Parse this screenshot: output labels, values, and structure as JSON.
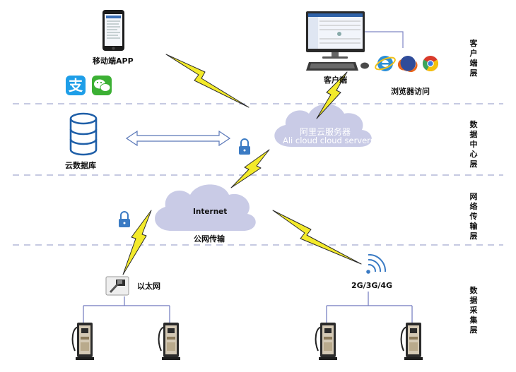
{
  "nodes": {
    "mobile_app": "移动端APP",
    "client": "客户端",
    "browser_access": "浏览器访问",
    "cloud_db": "云数据库",
    "aliyun_cn": "阿里云服务器",
    "aliyun_en": "Ali cloud  cloud servers",
    "internet": "Internet",
    "public_net": "公网传输",
    "ethernet": "以太网",
    "mobile_net": "2G/3G/4G"
  },
  "layers": {
    "client": "客户端层",
    "data_center": "数据中心层",
    "network": "网络传输层",
    "collection": "数据采集层"
  },
  "colors": {
    "accent": "#1f5fa8",
    "dash": "#b3b8d9",
    "cloud": "#c9cbe6",
    "lightning": "#f3ea2a",
    "alipay": "#1e9ee8",
    "wechat": "#3cb034"
  },
  "icons": [
    "phone-icon",
    "monitor-icon",
    "keyboard-icon",
    "mouse-icon",
    "ie-icon",
    "firefox-icon",
    "chrome-icon",
    "alipay-icon",
    "wechat-icon",
    "database-icon",
    "lock-icon",
    "ethernet-port-icon",
    "wifi-icon",
    "charger-icon",
    "lightning-icon",
    "cloud-icon"
  ]
}
